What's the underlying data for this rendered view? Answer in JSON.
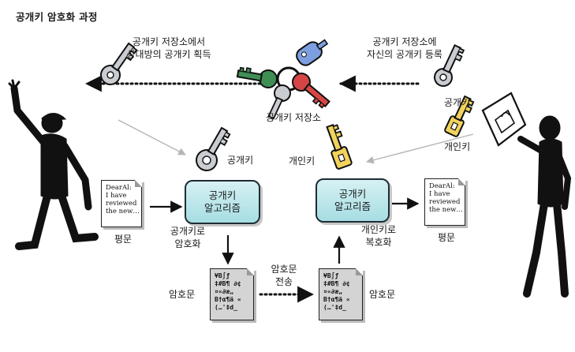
{
  "title": "공개키 암호화 과정",
  "labels": {
    "get_pubkey_line1": "공개키 저장소에서",
    "get_pubkey_line2": "상대방의 공개키 획득",
    "register_line1": "공개키 저장소에",
    "register_line2": "자신의 공개키 등록",
    "keystore": "공개키 저장소",
    "right_pubkey": "공개키",
    "right_privkey": "개인키",
    "center_pubkey": "공개키",
    "center_privkey": "개인키",
    "encrypt_line1": "공개키로",
    "encrypt_line2": "암호화",
    "decrypt_line1": "개인키로",
    "decrypt_line2": "복호화",
    "plaintext_left": "평문",
    "plaintext_right": "평문",
    "ciphertext_left": "암호문",
    "ciphertext_right": "암호문",
    "transfer_line1": "암호문",
    "transfer_line2": "전송"
  },
  "boxes": {
    "encrypt_line1": "공개키",
    "encrypt_line2": "알고리즘",
    "decrypt_line1": "공개키",
    "decrypt_line2": "알고리즘"
  },
  "documents": {
    "plain_left": "DearAl:\nI have\nreviewed\nthe new…",
    "plain_right": "DearAl:\nI have\nreviewed\nthe new…",
    "cipher_left": "¥B∫ƒ\n‡#B¶ ∂¢\n¤«∂æ„\nB†α¶ä «\n(…'‡d_",
    "cipher_right": "¥B∫ƒ\n‡#B¶ ∂¢\n¤«∂æ„\nB†α¶ä «\n(…'‡d_"
  },
  "colors": {
    "box_fill": "#a6dde3",
    "public_key": "#c9ccd0",
    "private_key": "#f2d35b",
    "keyring_blue": "#7d9fe0",
    "keyring_red": "#d64545",
    "keyring_green": "#3f8f55",
    "person": "#111111"
  }
}
